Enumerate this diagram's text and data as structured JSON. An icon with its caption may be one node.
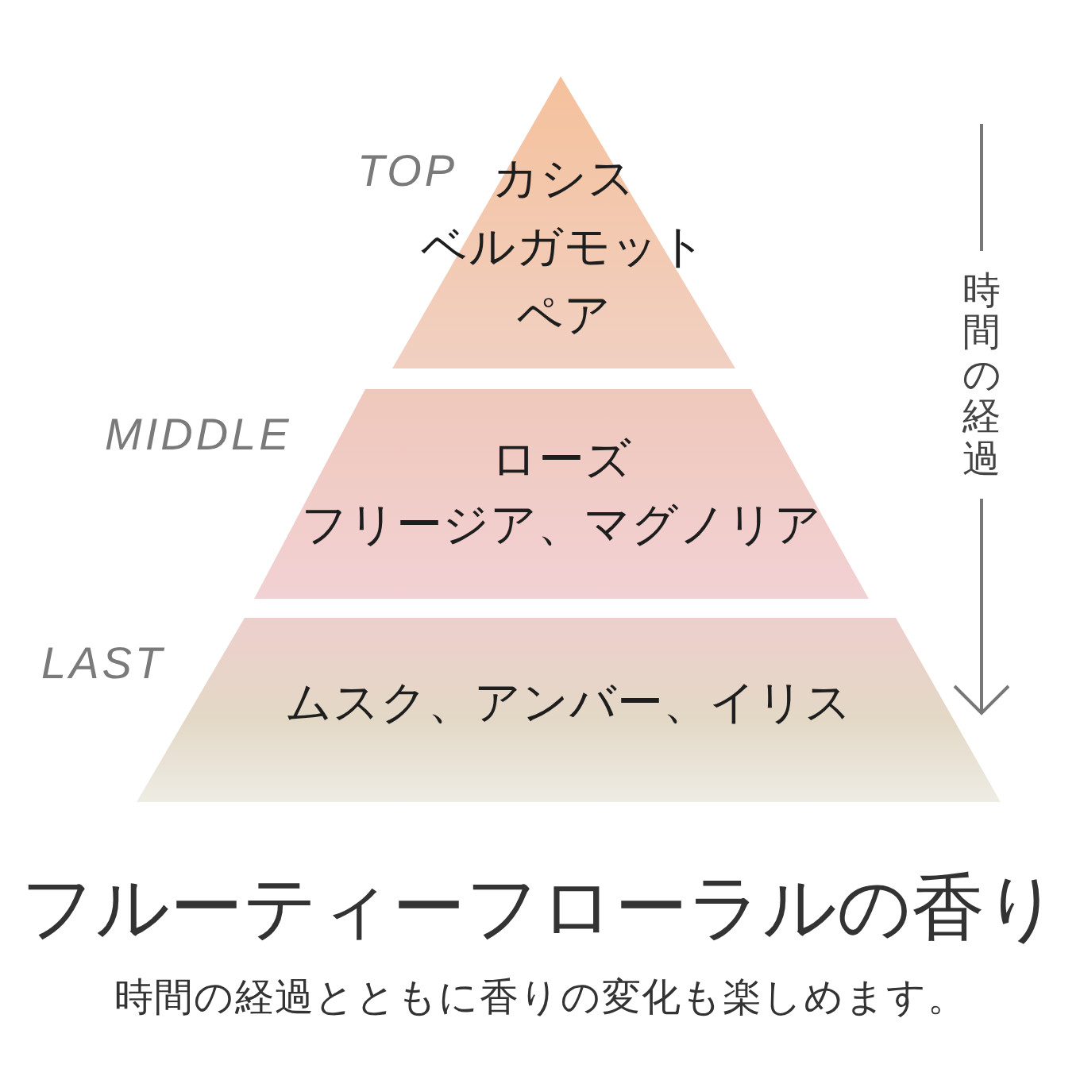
{
  "diagram": {
    "title": "フルーティーフローラルの香り",
    "caption": "時間の経過とともに香りの変化も楽しめます。",
    "nodes": [
      {
        "text": [
          "TOP",
          "カシス",
          "ベルガモット",
          "ペア"
        ]
      },
      {
        "text": [
          "MIDDLE",
          "ローズ",
          "フリージア、マグノリア"
        ]
      },
      {
        "text": [
          "LAST",
          "ムスク、アンバー、イリス"
        ]
      }
    ],
    "labels": [
      "時間の経過"
    ]
  }
}
